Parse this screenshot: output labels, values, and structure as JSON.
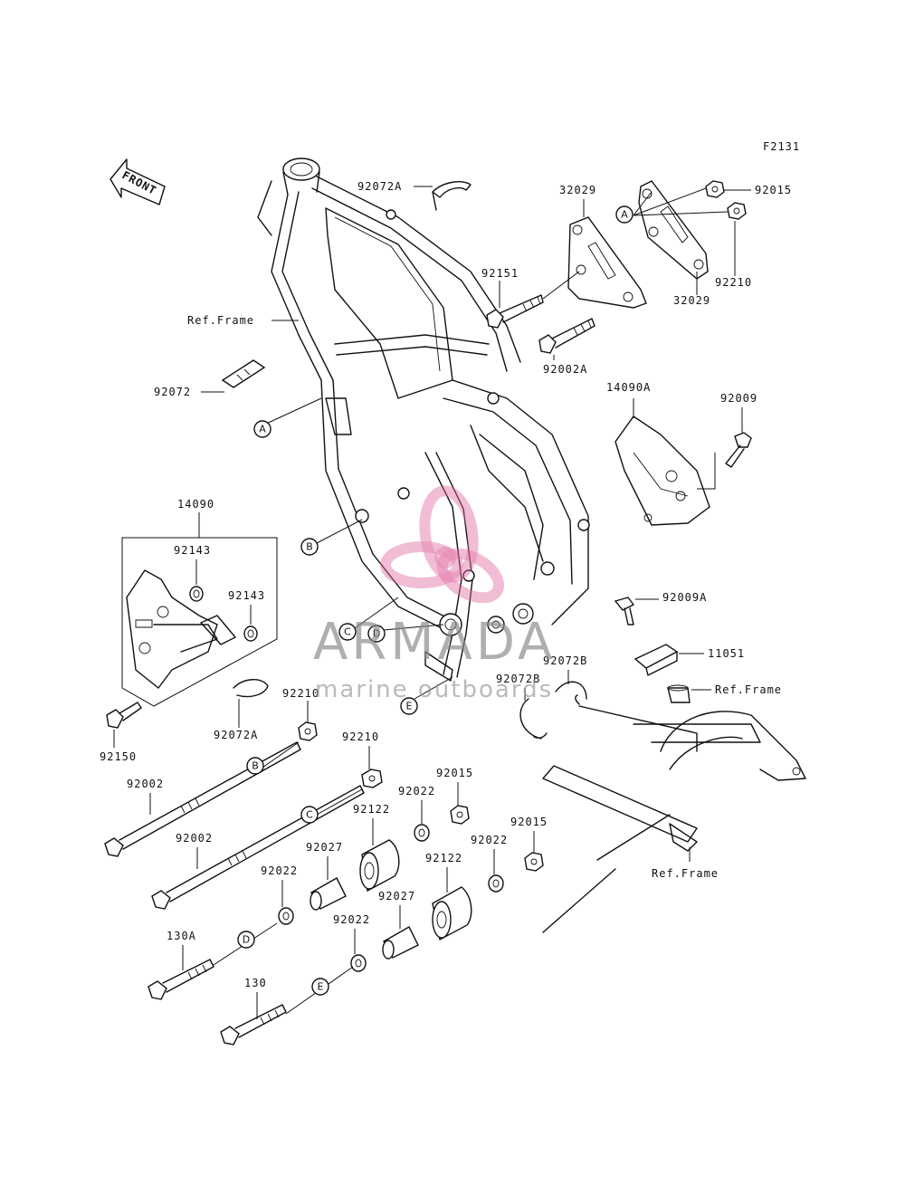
{
  "figure_code": "F2131",
  "front_label": "FRONT",
  "watermark": {
    "brand": "ARMADA",
    "tagline": "marine outboards",
    "color": "#e06aa0"
  },
  "callouts": [
    "A",
    "B",
    "C",
    "D",
    "E"
  ],
  "parts": {
    "p92072A_top": "92072A",
    "p32029_top": "32029",
    "p92015_top": "92015",
    "p92151": "92151",
    "p32029_bottom": "32029",
    "p92210_top": "92210",
    "ref_frame_1": "Ref.Frame",
    "p92002A": "92002A",
    "p92072": "92072",
    "p14090A": "14090A",
    "p92009": "92009",
    "p14090": "14090",
    "p92143_a": "92143",
    "p92143_b": "92143",
    "p92009A": "92009A",
    "p11051": "11051",
    "ref_frame_2": "Ref.Frame",
    "p92072B_a": "92072B",
    "p92072B_b": "92072B",
    "p92150": "92150",
    "p92072A_bottom": "92072A",
    "p92210_b": "92210",
    "p92210_c": "92210",
    "p92002_a": "92002",
    "p92002_b": "92002",
    "p92015_b": "92015",
    "p92022_a": "92022",
    "p92122_a": "92122",
    "p92015_c": "92015",
    "p92027_a": "92027",
    "p92022_b": "92022",
    "p92022_c": "92022",
    "p92122_b": "92122",
    "ref_frame_3": "Ref.Frame",
    "p130A": "130A",
    "p92027_b": "92027",
    "p92022_d": "92022",
    "p130": "130"
  }
}
